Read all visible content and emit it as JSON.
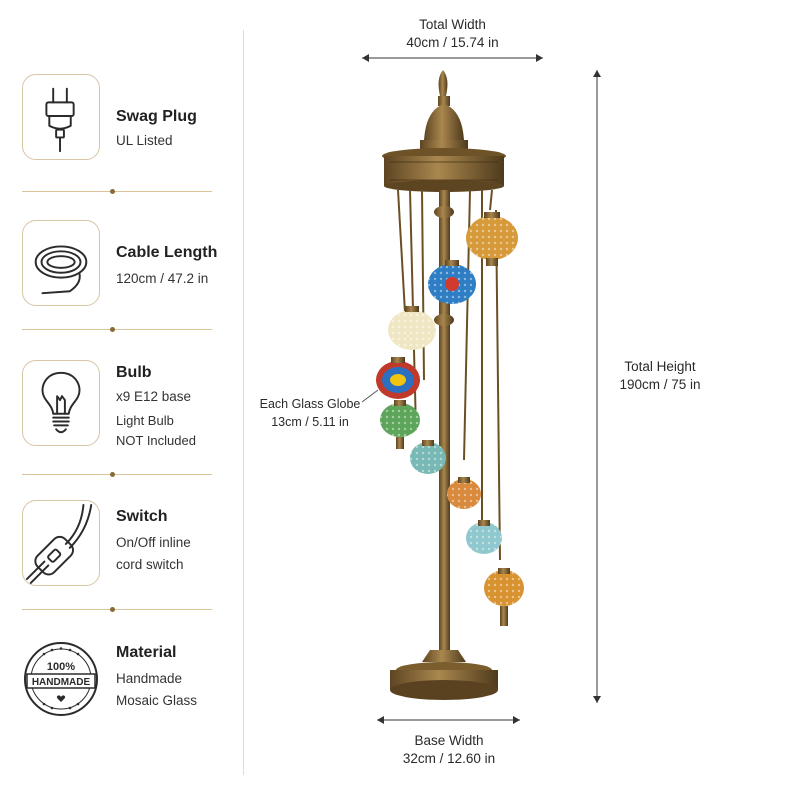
{
  "features": [
    {
      "title": "Swag Plug",
      "lines": [
        "UL Listed"
      ],
      "icon": "plug-icon"
    },
    {
      "title": "Cable Length",
      "lines": [
        "120cm / 47.2 in"
      ],
      "icon": "cable-coil-icon"
    },
    {
      "title": "Bulb",
      "lines": [
        "x9 E12 base",
        "Light Bulb",
        "NOT Included"
      ],
      "icon": "light-bulb-icon"
    },
    {
      "title": "Switch",
      "lines": [
        "On/Off inline",
        "cord switch"
      ],
      "icon": "inline-switch-icon"
    },
    {
      "title": "Material",
      "lines": [
        "Handmade",
        "Mosaic Glass"
      ],
      "icon": "handmade-badge-icon"
    }
  ],
  "badge": {
    "line1": "100%",
    "line2": "HANDMADE"
  },
  "dimensions": {
    "total_width": {
      "label": "Total Width",
      "value": "40cm / 15.74 in"
    },
    "total_height": {
      "label": "Total Height",
      "value": "190cm / 75 in"
    },
    "base_width": {
      "label": "Base Width",
      "value": "32cm / 12.60 in"
    },
    "globe": {
      "label": "Each Glass Globe",
      "value": "13cm / 5.11 in"
    }
  },
  "colors": {
    "accent_border": "#d8c5a4",
    "separator": "#d9c49a",
    "brass": "#8a6a3a"
  }
}
